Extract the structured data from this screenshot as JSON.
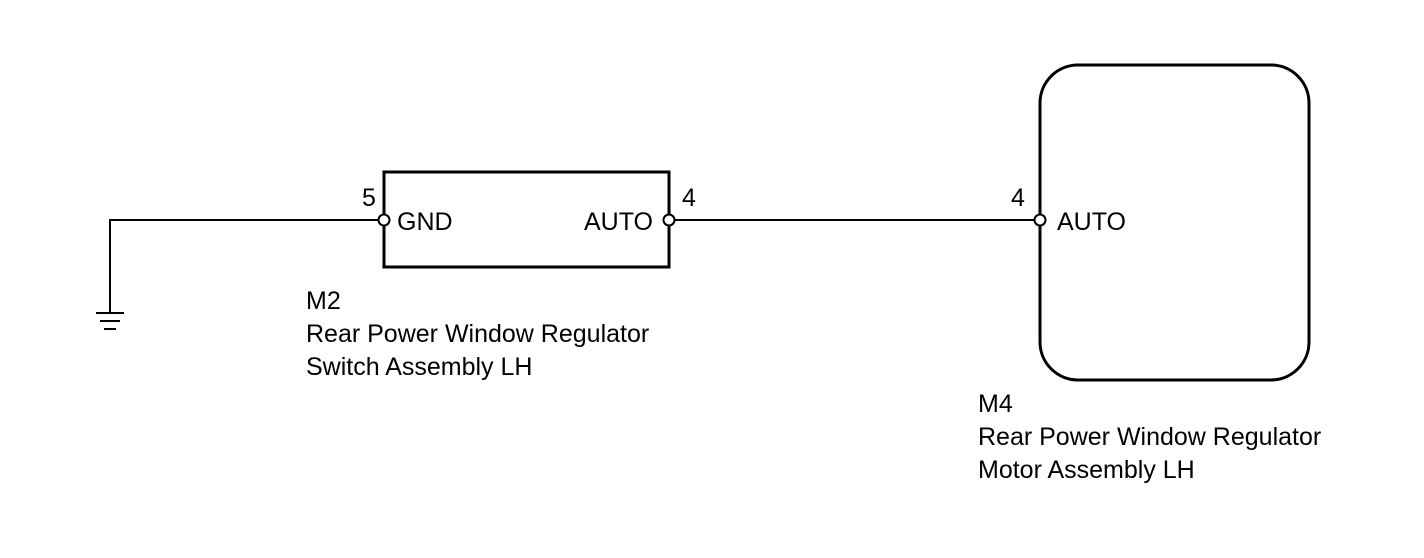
{
  "colors": {
    "line": "#000000",
    "background": "#ffffff"
  },
  "icons": {
    "ground": "ground-symbol-icon"
  },
  "switch_assembly": {
    "code": "M2",
    "name_line1": "Rear Power Window Regulator",
    "name_line2": "Switch Assembly LH",
    "gnd_pin": "5",
    "gnd_label": "GND",
    "auto_pin": "4",
    "auto_label": "AUTO"
  },
  "motor_assembly": {
    "code": "M4",
    "name_line1": "Rear Power Window Regulator",
    "name_line2": "Motor Assembly LH",
    "auto_pin": "4",
    "auto_label": "AUTO"
  }
}
